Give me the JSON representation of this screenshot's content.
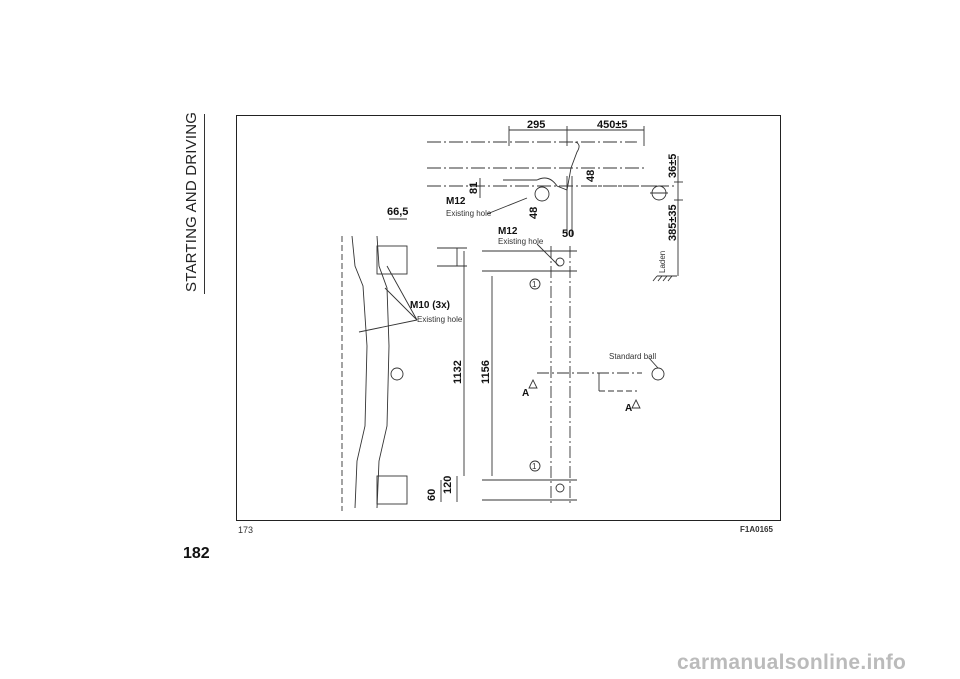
{
  "section_title": "STARTING AND DRIVING",
  "page_number": "182",
  "figure_number": "173",
  "figure_code": "F1A0165",
  "footer_watermark": "carmanualsonline.info",
  "drawing": {
    "dimensions": {
      "d295": "295",
      "d450": "450±5",
      "d36": "36±5",
      "d385": "385±35",
      "d81": "81",
      "d48a": "48",
      "d48b": "48",
      "d50": "50",
      "d66": "66,5",
      "d1132": "1132",
      "d1156": "1156",
      "d60": "60",
      "d120": "120"
    },
    "labels": {
      "m12_top": "M12",
      "m12_mid": "M12",
      "m10": "M10 (3x)",
      "existing_hole_1": "Existing hole",
      "existing_hole_2": "Existing hole",
      "existing_hole_3": "Existing hole",
      "standard_ball": "Standard ball",
      "laden": "Laden",
      "section_a1": "A",
      "section_a2": "A",
      "callout_1a": "1",
      "callout_1b": "1"
    }
  }
}
